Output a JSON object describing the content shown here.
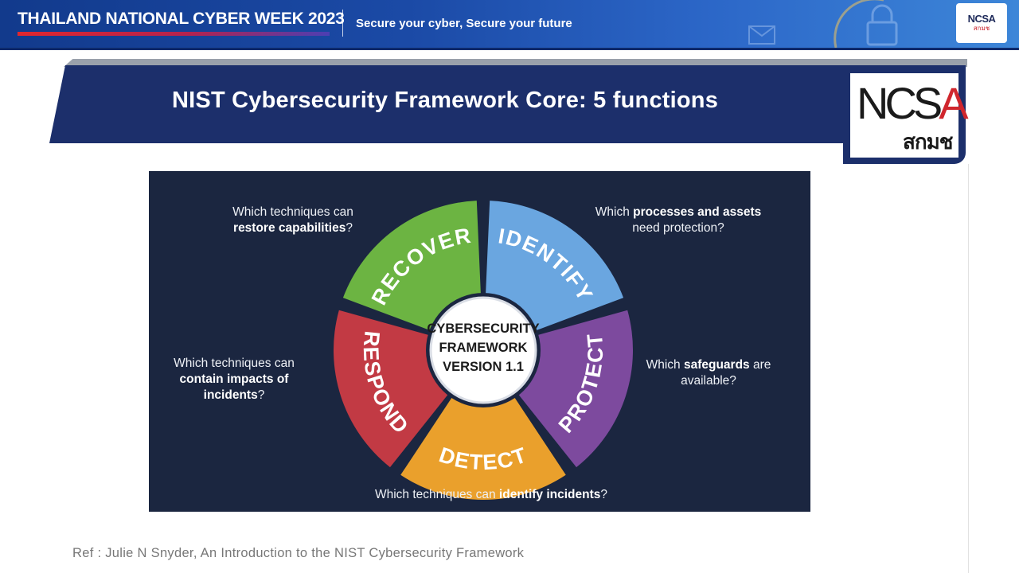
{
  "banner": {
    "title": "THAILAND NATIONAL CYBER WEEK 2023",
    "slogan": "Secure your cyber, Secure your future",
    "logo_text": "NCSA",
    "logo_thai": "สกมช",
    "colors": {
      "banner_start": "#123a8c",
      "banner_end": "#3d86d8",
      "underline": "#e0272e"
    }
  },
  "slide": {
    "title": "NIST Cybersecurity Framework Core: 5 functions",
    "logo_text": "NCSA",
    "logo_thai": "สกมช",
    "ribbon_color": "#1c2f6b"
  },
  "framework": {
    "center": {
      "line1": "CYBERSECURITY",
      "line2": "FRAMEWORK",
      "line3": "VERSION 1.1"
    },
    "functions": [
      {
        "label": "IDENTIFY",
        "color": "#6aa6e0"
      },
      {
        "label": "PROTECT",
        "color": "#7d4a9e"
      },
      {
        "label": "DETECT",
        "color": "#eaa02c"
      },
      {
        "label": "RESPOND",
        "color": "#c23a44"
      },
      {
        "label": "RECOVER",
        "color": "#6cb442"
      }
    ],
    "questions": {
      "recover": {
        "pre": "Which techniques can",
        "bold": "restore capabilities",
        "post": "?"
      },
      "identify": {
        "pre": "Which ",
        "bold": "processes and assets",
        "post": "need protection?"
      },
      "respond": {
        "pre": "Which techniques can",
        "bold": "contain impacts of",
        "bold2": "incidents",
        "post": "?"
      },
      "protect": {
        "pre": "Which ",
        "bold": "safeguards",
        "mid": " are",
        "post": "available?"
      },
      "detect": {
        "pre": "Which techniques can ",
        "bold": "identify incidents",
        "post": "?"
      }
    },
    "panel_color": "#1b2640"
  },
  "reference": "Ref : Julie N Snyder, An Introduction to the NIST Cybersecurity Framework"
}
